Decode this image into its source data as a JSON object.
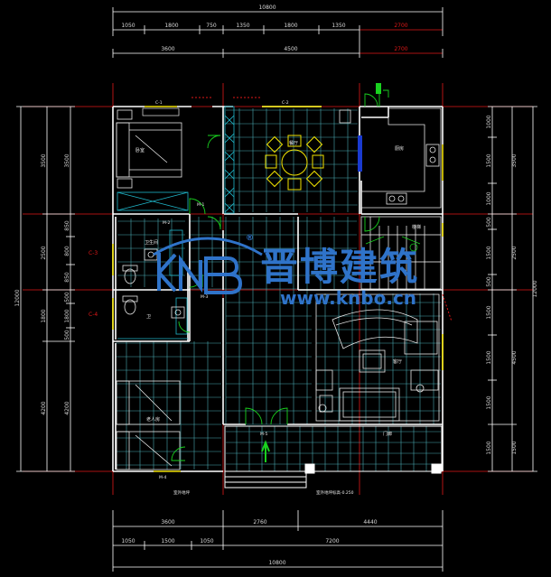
{
  "drawing": {
    "top_total": "10800",
    "top_row1": [
      "1050",
      "1800",
      "750",
      "1350",
      "1800",
      "1350",
      "2700"
    ],
    "top_row2": [
      "3600",
      "4500",
      "2700"
    ],
    "bottom_row1": [
      "3600",
      "2760",
      "4440"
    ],
    "bottom_row2": [
      "1050",
      "1500",
      "1050",
      "7200"
    ],
    "bottom_total": "10800",
    "left_outer": [
      "3500",
      "2500",
      "1800",
      "4200"
    ],
    "left_inner": [
      "3500",
      "850",
      "800",
      "850",
      "500",
      "1800",
      "500",
      "4200"
    ],
    "left_total": "12000",
    "right_outer": [
      "3500",
      "2500",
      "4500",
      "1500"
    ],
    "right_inner": [
      "1000",
      "1500",
      "1000",
      "500",
      "1500",
      "500",
      "1500",
      "1500",
      "1500",
      "1500"
    ],
    "right_total": "12000",
    "rooms": {
      "bedroom_1": "卧室",
      "dining": "餐厅",
      "kitchen": "厨房",
      "bathroom": "卫生间",
      "toilet": "卫",
      "living": "客厅",
      "bedroom_2": "老人房",
      "stair": "楼梯",
      "terrace": "门廊"
    },
    "tags": {
      "win_top_left": "C-1",
      "win_top_mid": "C-2",
      "door_bed1": "M-1",
      "door_bath": "M-2",
      "door_toilet": "M-3",
      "door_bed2": "M-4",
      "door_front": "M-5",
      "red_label_1": "C-3",
      "red_label_2": "C-4",
      "bottom_note_1": "室外地坪",
      "bottom_note_2": "室外地坪标高-0.250"
    },
    "watermark": {
      "brand_cn": "晋博建筑",
      "url": "www.knbo.cn",
      "logo_letters": "KNB",
      "registered": "®"
    }
  },
  "colors": {
    "background": "#000000",
    "dimension_line": "#ffffff",
    "axis": "#e01818",
    "grid": "#4aa8b0",
    "wall": "#ffffff",
    "column_hatch": "#1fb6c9",
    "furniture": "#e8e8e8",
    "dining_chairs": "#f2e300",
    "door": "#19d11f",
    "window": "#f0e000",
    "watermark": "#2f73c9"
  }
}
